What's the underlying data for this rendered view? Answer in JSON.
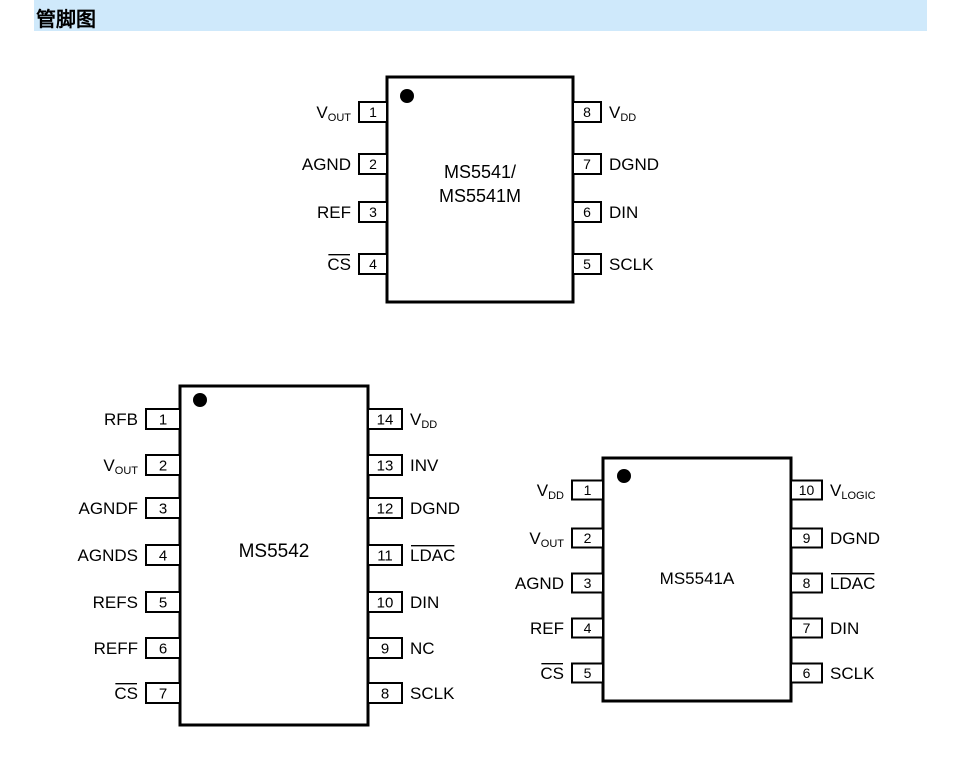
{
  "header": {
    "title": "管脚图"
  },
  "chips": [
    {
      "id": "ms5541",
      "name_lines": [
        "MS5541/",
        "MS5541M"
      ],
      "left_pins": [
        {
          "num": "1",
          "label": "V",
          "sub": "OUT",
          "overline": false
        },
        {
          "num": "2",
          "label": "AGND",
          "sub": "",
          "overline": false
        },
        {
          "num": "3",
          "label": "REF",
          "sub": "",
          "overline": false
        },
        {
          "num": "4",
          "label": "CS",
          "sub": "",
          "overline": true
        }
      ],
      "right_pins": [
        {
          "num": "8",
          "label": "V",
          "sub": "DD",
          "overline": false
        },
        {
          "num": "7",
          "label": "DGND",
          "sub": "",
          "overline": false
        },
        {
          "num": "6",
          "label": "DIN",
          "sub": "",
          "overline": false
        },
        {
          "num": "5",
          "label": "SCLK",
          "sub": "",
          "overline": false
        }
      ]
    },
    {
      "id": "ms5542",
      "name_lines": [
        "MS5542"
      ],
      "left_pins": [
        {
          "num": "1",
          "label": "RFB",
          "sub": "",
          "overline": false
        },
        {
          "num": "2",
          "label": "V",
          "sub": "OUT",
          "overline": false
        },
        {
          "num": "3",
          "label": "AGNDF",
          "sub": "",
          "overline": false
        },
        {
          "num": "4",
          "label": "AGNDS",
          "sub": "",
          "overline": false
        },
        {
          "num": "5",
          "label": "REFS",
          "sub": "",
          "overline": false
        },
        {
          "num": "6",
          "label": "REFF",
          "sub": "",
          "overline": false
        },
        {
          "num": "7",
          "label": "CS",
          "sub": "",
          "overline": true
        }
      ],
      "right_pins": [
        {
          "num": "14",
          "label": "V",
          "sub": "DD",
          "overline": false
        },
        {
          "num": "13",
          "label": "INV",
          "sub": "",
          "overline": false
        },
        {
          "num": "12",
          "label": "DGND",
          "sub": "",
          "overline": false
        },
        {
          "num": "11",
          "label": "LDAC",
          "sub": "",
          "overline": true
        },
        {
          "num": "10",
          "label": "DIN",
          "sub": "",
          "overline": false
        },
        {
          "num": "9",
          "label": "NC",
          "sub": "",
          "overline": false
        },
        {
          "num": "8",
          "label": "SCLK",
          "sub": "",
          "overline": false
        }
      ]
    },
    {
      "id": "ms5541a",
      "name_lines": [
        "MS5541A"
      ],
      "left_pins": [
        {
          "num": "1",
          "label": "V",
          "sub": "DD",
          "overline": false
        },
        {
          "num": "2",
          "label": "V",
          "sub": "OUT",
          "overline": false
        },
        {
          "num": "3",
          "label": "AGND",
          "sub": "",
          "overline": false
        },
        {
          "num": "4",
          "label": "REF",
          "sub": "",
          "overline": false
        },
        {
          "num": "5",
          "label": "CS",
          "sub": "",
          "overline": true
        }
      ],
      "right_pins": [
        {
          "num": "10",
          "label": "V",
          "sub": "LOGIC",
          "overline": false
        },
        {
          "num": "9",
          "label": "DGND",
          "sub": "",
          "overline": false
        },
        {
          "num": "8",
          "label": "LDAC",
          "sub": "",
          "overline": true
        },
        {
          "num": "7",
          "label": "DIN",
          "sub": "",
          "overline": false
        },
        {
          "num": "6",
          "label": "SCLK",
          "sub": "",
          "overline": false
        }
      ]
    }
  ]
}
